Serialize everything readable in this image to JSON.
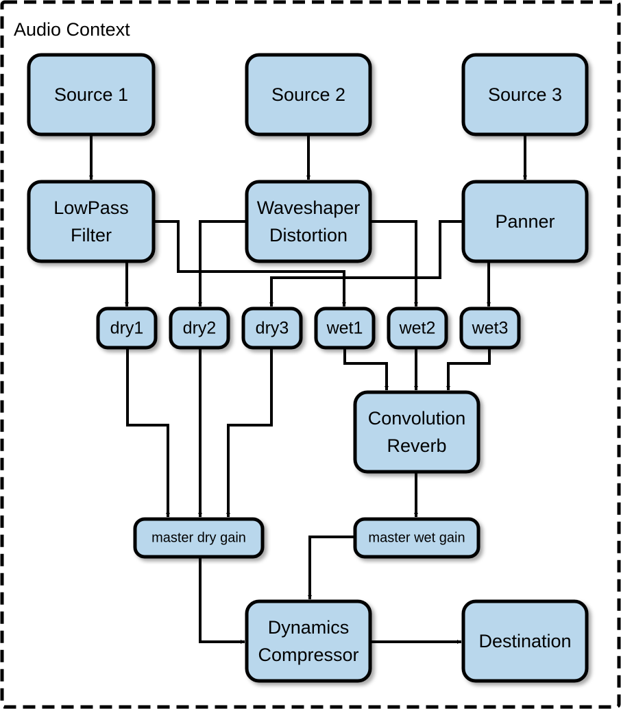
{
  "diagram": {
    "context_label": "Audio Context",
    "colors": {
      "node_fill": "#b9d7ec",
      "stroke": "#000000"
    },
    "nodes": [
      {
        "id": "source1",
        "lines": [
          "Source 1"
        ]
      },
      {
        "id": "source2",
        "lines": [
          "Source 2"
        ]
      },
      {
        "id": "source3",
        "lines": [
          "Source 3"
        ]
      },
      {
        "id": "lowpass",
        "lines": [
          "LowPass",
          "Filter"
        ]
      },
      {
        "id": "waveshaper",
        "lines": [
          "Waveshaper",
          "Distortion"
        ]
      },
      {
        "id": "panner",
        "lines": [
          "Panner"
        ]
      },
      {
        "id": "dry1",
        "lines": [
          "dry1"
        ]
      },
      {
        "id": "dry2",
        "lines": [
          "dry2"
        ]
      },
      {
        "id": "dry3",
        "lines": [
          "dry3"
        ]
      },
      {
        "id": "wet1",
        "lines": [
          "wet1"
        ]
      },
      {
        "id": "wet2",
        "lines": [
          "wet2"
        ]
      },
      {
        "id": "wet3",
        "lines": [
          "wet3"
        ]
      },
      {
        "id": "convolution",
        "lines": [
          "Convolution",
          "Reverb"
        ]
      },
      {
        "id": "masterdry",
        "lines": [
          "master dry gain"
        ]
      },
      {
        "id": "masterwet",
        "lines": [
          "master wet gain"
        ]
      },
      {
        "id": "dynamics",
        "lines": [
          "Dynamics",
          "Compressor"
        ]
      },
      {
        "id": "destination",
        "lines": [
          "Destination"
        ]
      }
    ],
    "edges": [
      {
        "from": "source1",
        "to": "lowpass"
      },
      {
        "from": "source2",
        "to": "waveshaper"
      },
      {
        "from": "source3",
        "to": "panner"
      },
      {
        "from": "lowpass",
        "to": "dry1"
      },
      {
        "from": "lowpass",
        "to": "wet1"
      },
      {
        "from": "waveshaper",
        "to": "dry2"
      },
      {
        "from": "waveshaper",
        "to": "wet2"
      },
      {
        "from": "panner",
        "to": "dry3"
      },
      {
        "from": "panner",
        "to": "wet3"
      },
      {
        "from": "dry1",
        "to": "masterdry"
      },
      {
        "from": "dry2",
        "to": "masterdry"
      },
      {
        "from": "dry3",
        "to": "masterdry"
      },
      {
        "from": "wet1",
        "to": "convolution"
      },
      {
        "from": "wet2",
        "to": "convolution"
      },
      {
        "from": "wet3",
        "to": "convolution"
      },
      {
        "from": "convolution",
        "to": "masterwet"
      },
      {
        "from": "masterdry",
        "to": "dynamics"
      },
      {
        "from": "masterwet",
        "to": "dynamics"
      },
      {
        "from": "dynamics",
        "to": "destination"
      }
    ]
  }
}
